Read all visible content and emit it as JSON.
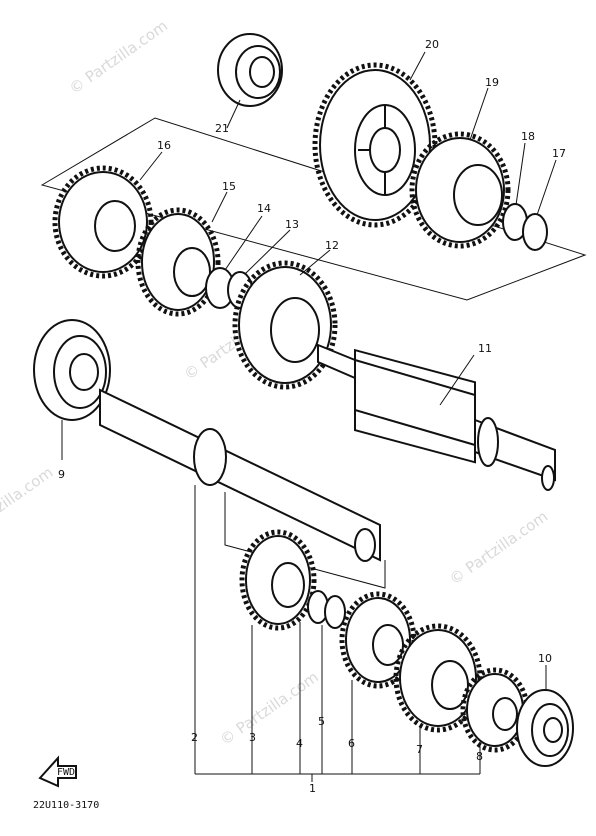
{
  "diagram": {
    "part_number_code": "22U110-3170",
    "fwd_label": "FWD",
    "watermark": "© Partzilla.com",
    "callouts": [
      "1",
      "2",
      "3",
      "4",
      "5",
      "6",
      "7",
      "8",
      "9",
      "10",
      "11",
      "12",
      "13",
      "14",
      "15",
      "16",
      "17",
      "18",
      "19",
      "20",
      "21"
    ]
  },
  "colors": {
    "ink": "#111111",
    "paper": "#ffffff",
    "watermark": "#d9d9d9"
  }
}
